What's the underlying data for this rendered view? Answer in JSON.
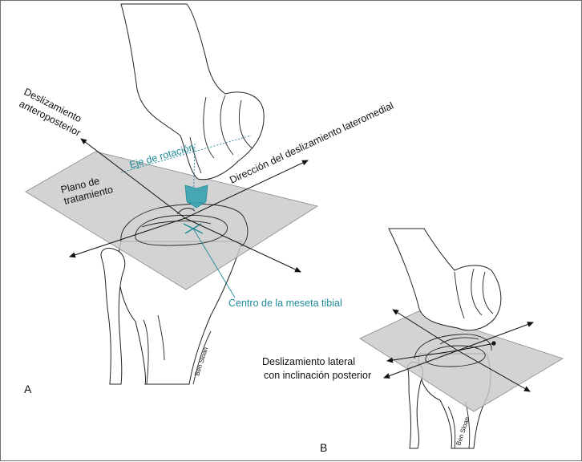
{
  "panel_a": {
    "letter": "A",
    "labels": {
      "anteroposterior_line1": "Deslizamiento",
      "anteroposterior_line2": "anteroposterior",
      "lateromedial": "Dirección del deslizamiento lateromedial",
      "rotation_axis": "Eje de rotación",
      "plane_line1": "Plano de",
      "plane_line2": "tratamiento",
      "tibial_center": "Centro de la meseta tibial"
    },
    "signature": "Ben Sloan"
  },
  "panel_b": {
    "letter": "B",
    "labels": {
      "lateral_glide_line1": "Deslizamiento lateral",
      "lateral_glide_line2": "con inclinación posterior"
    },
    "signature": "Ben Sloan"
  },
  "colors": {
    "teal_accent": "#1f8a98",
    "plane_gray": "#c9c9c9",
    "outline": "#222222"
  }
}
